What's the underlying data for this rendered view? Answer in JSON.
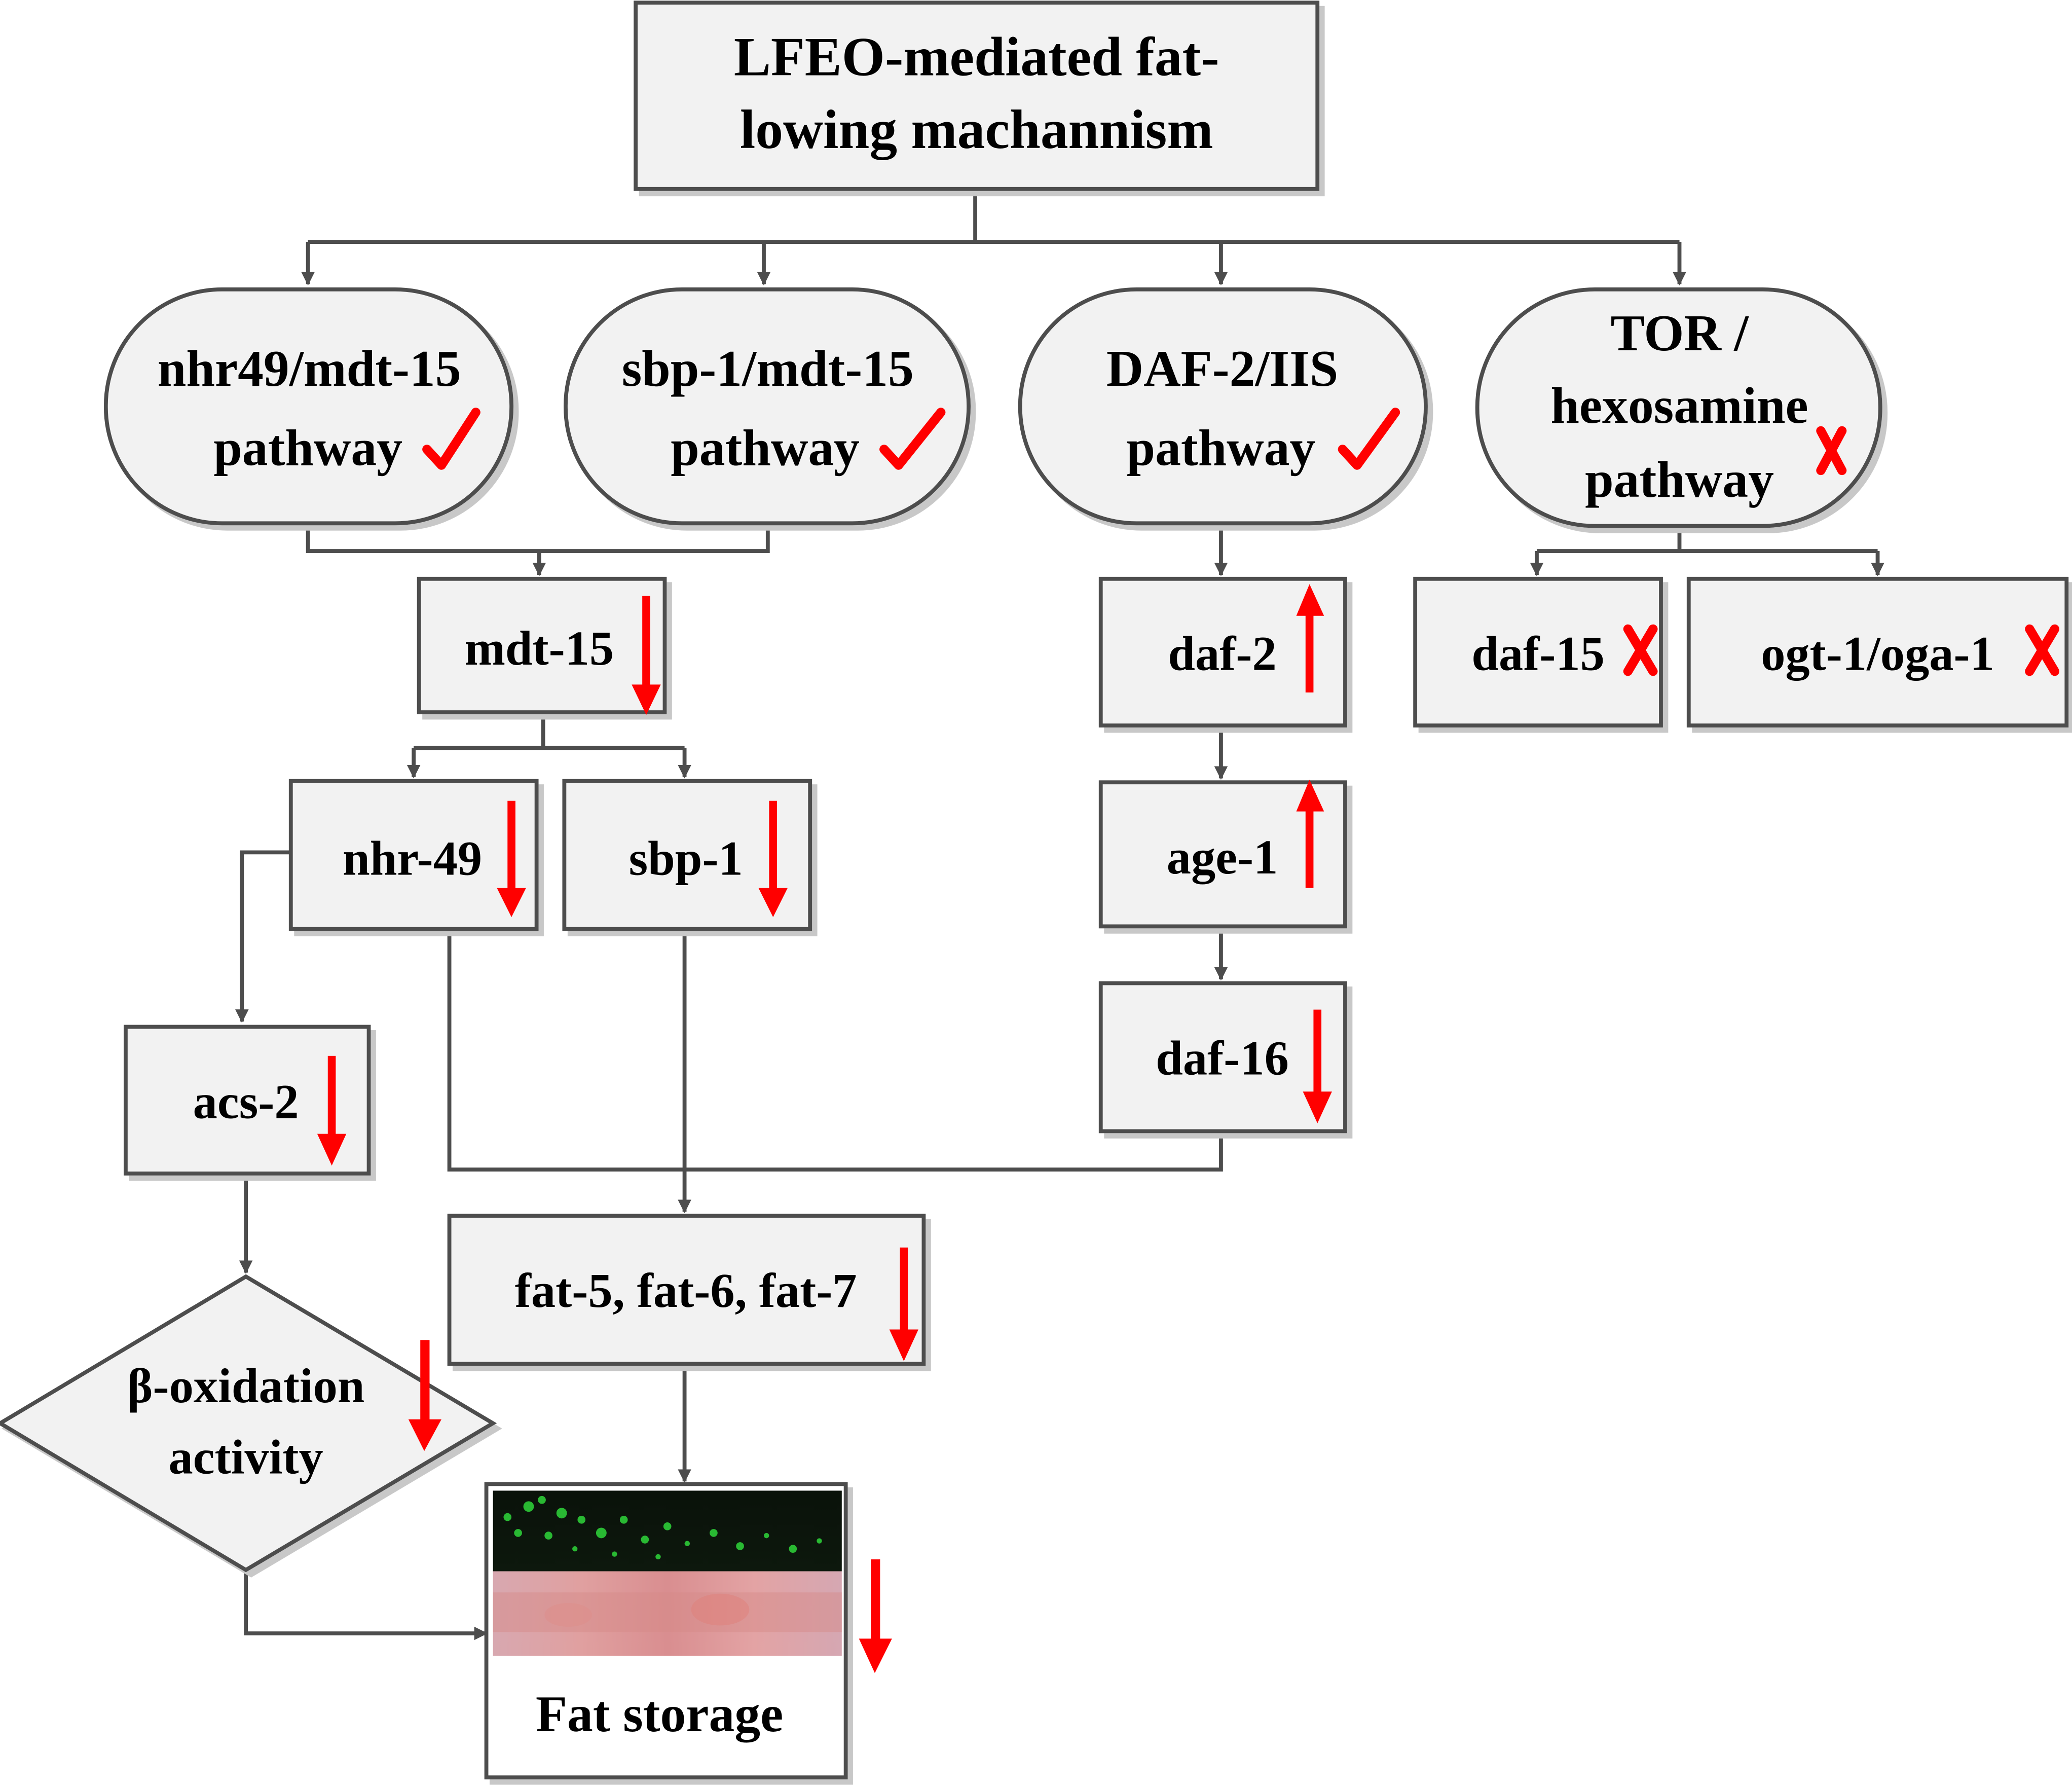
{
  "colors": {
    "line": "#4d4d4d",
    "box_fill": "#f2f2f2",
    "box_stroke": "#4d4d4d",
    "indicator": "#ff0000"
  },
  "nodes": {
    "root": {
      "line1": "LFEO-mediated fat-",
      "line2": "lowing machannism"
    },
    "nhr49_pathway": {
      "line1": "nhr49/mdt-15",
      "line2": "pathway",
      "status_icon": "check-icon"
    },
    "sbp1_pathway": {
      "line1": "sbp-1/mdt-15",
      "line2": "pathway",
      "status_icon": "check-icon"
    },
    "daf2_pathway": {
      "line1": "DAF-2/IIS",
      "line2": "pathway",
      "status_icon": "check-icon"
    },
    "tor_pathway": {
      "line1": "TOR /",
      "line2": "hexosamine",
      "line3": "pathway",
      "status_icon": "cross-icon"
    },
    "mdt15": {
      "label": "mdt-15",
      "trend": "down-arrow-icon"
    },
    "nhr49": {
      "label": "nhr-49",
      "trend": "down-arrow-icon"
    },
    "sbp1": {
      "label": "sbp-1",
      "trend": "down-arrow-icon"
    },
    "acs2": {
      "label": "acs-2",
      "trend": "down-arrow-icon"
    },
    "beta_oxidation": {
      "line1": "β-oxidation",
      "line2": "activity",
      "trend": "down-arrow-icon"
    },
    "fat_genes": {
      "label": "fat-5, fat-6, fat-7",
      "trend": "down-arrow-icon"
    },
    "fat_storage": {
      "label": "Fat storage",
      "trend": "down-arrow-icon",
      "image": "fat-staining-micrograph"
    },
    "daf2": {
      "label": "daf-2",
      "trend": "up-arrow-icon"
    },
    "age1": {
      "label": "age-1",
      "trend": "up-arrow-icon"
    },
    "daf16": {
      "label": "daf-16",
      "trend": "down-arrow-icon"
    },
    "daf15": {
      "label": "daf-15",
      "status_icon": "cross-icon"
    },
    "ogt1": {
      "label": "ogt-1/oga-1",
      "status_icon": "cross-icon"
    }
  }
}
